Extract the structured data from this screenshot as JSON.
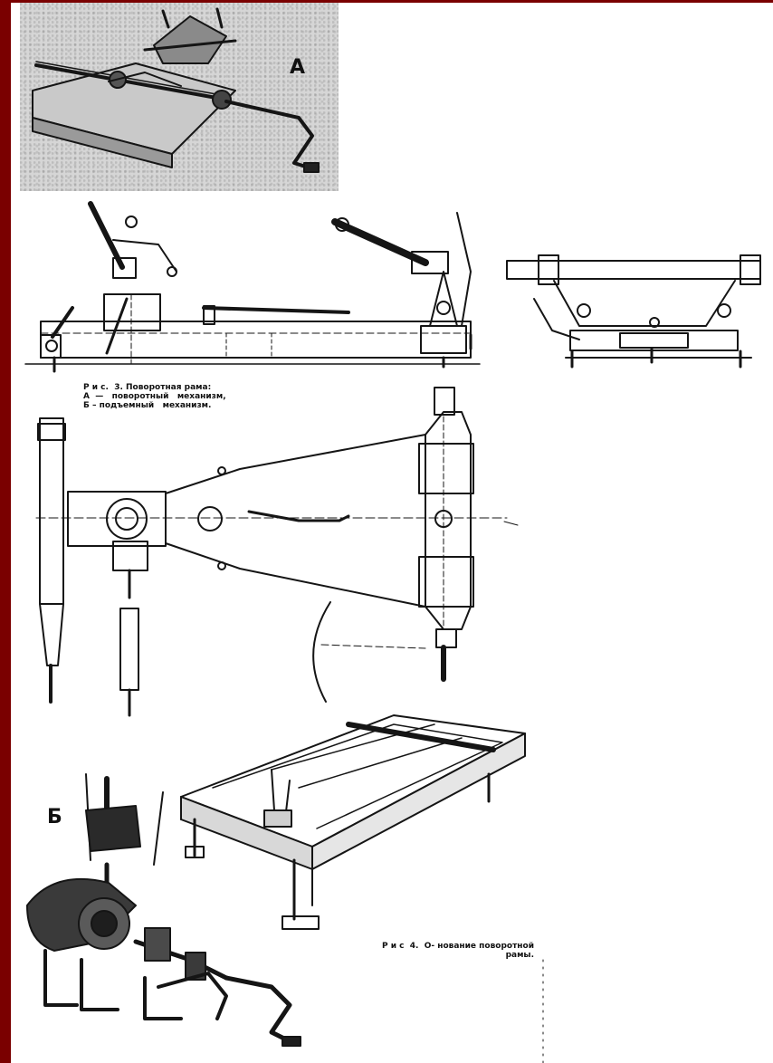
{
  "page": {
    "background": "#ffffff",
    "frame_color": "#7a0000"
  },
  "figures": {
    "fig3": {
      "label_a": "А",
      "caption_line1": "Р и с.  3. Поворотная рама:",
      "caption_line2": "А  —   поворотный   механизм,",
      "caption_line3": "Б – подъемный   механизм."
    },
    "fig4": {
      "label_b": "Б",
      "caption_line1": "Р и с  4.  О- нование поворотной",
      "caption_line2": "рамы."
    }
  }
}
